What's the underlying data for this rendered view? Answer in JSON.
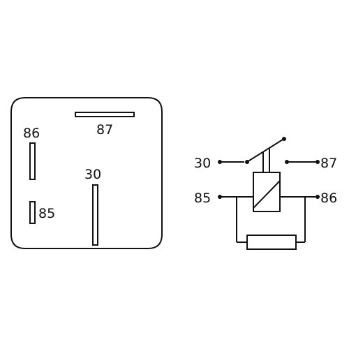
{
  "footprint": {
    "pins": [
      {
        "id": "86",
        "label": "86"
      },
      {
        "id": "87",
        "label": "87"
      },
      {
        "id": "30",
        "label": "30"
      },
      {
        "id": "85",
        "label": "85"
      }
    ]
  },
  "schematic": {
    "terminals": [
      {
        "id": "30",
        "label": "30"
      },
      {
        "id": "87",
        "label": "87"
      },
      {
        "id": "85",
        "label": "85"
      },
      {
        "id": "86",
        "label": "86"
      }
    ]
  }
}
